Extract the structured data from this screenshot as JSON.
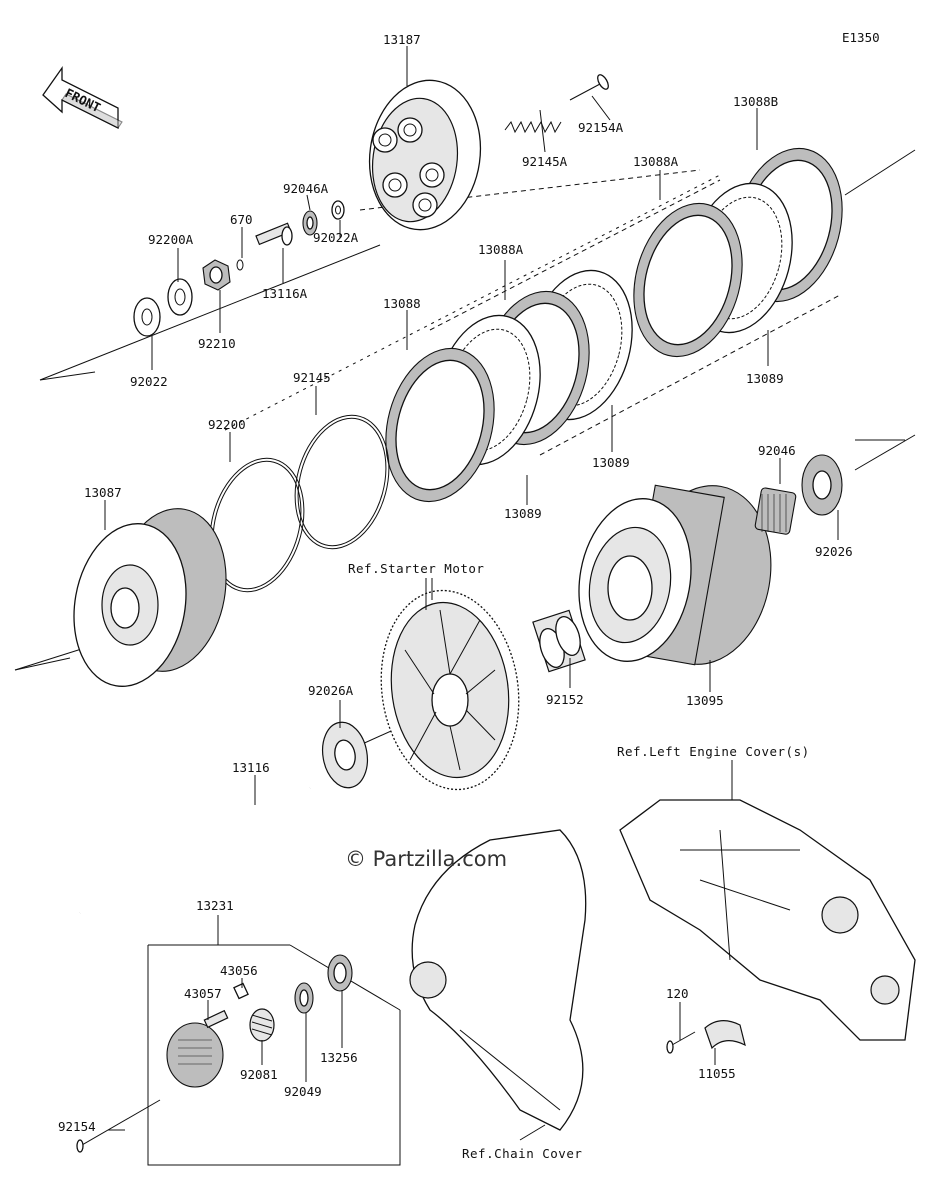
{
  "diagram_code": "E1350",
  "front_label": "FRONT",
  "watermark": "© Partzilla.com",
  "parts": {
    "p13187": "13187",
    "p92154A": "92154A",
    "p92145A": "92145A",
    "p13088B": "13088B",
    "p13088A_top": "13088A",
    "p13088A_mid": "13088A",
    "p13088": "13088",
    "p13089_a": "13089",
    "p13089_b": "13089",
    "p13089_c": "13089",
    "p92046A": "92046A",
    "p670": "670",
    "p92200A": "92200A",
    "p92022A": "92022A",
    "p13116A": "13116A",
    "p92210": "92210",
    "p92022": "92022",
    "p92145": "92145",
    "p92200": "92200",
    "p13087": "13087",
    "p92046": "92046",
    "p92026": "92026",
    "p92152": "92152",
    "p13095": "13095",
    "p92026A": "92026A",
    "p13116": "13116",
    "p13231": "13231",
    "p43056": "43056",
    "p43057": "43057",
    "p92154": "92154",
    "p92081": "92081",
    "p92049": "92049",
    "p13256": "13256",
    "p120": "120",
    "p11055": "11055"
  },
  "references": {
    "starter_motor": "Ref.Starter Motor",
    "left_engine_cover": "Ref.Left Engine Cover(s)",
    "chain_cover": "Ref.Chain Cover"
  }
}
